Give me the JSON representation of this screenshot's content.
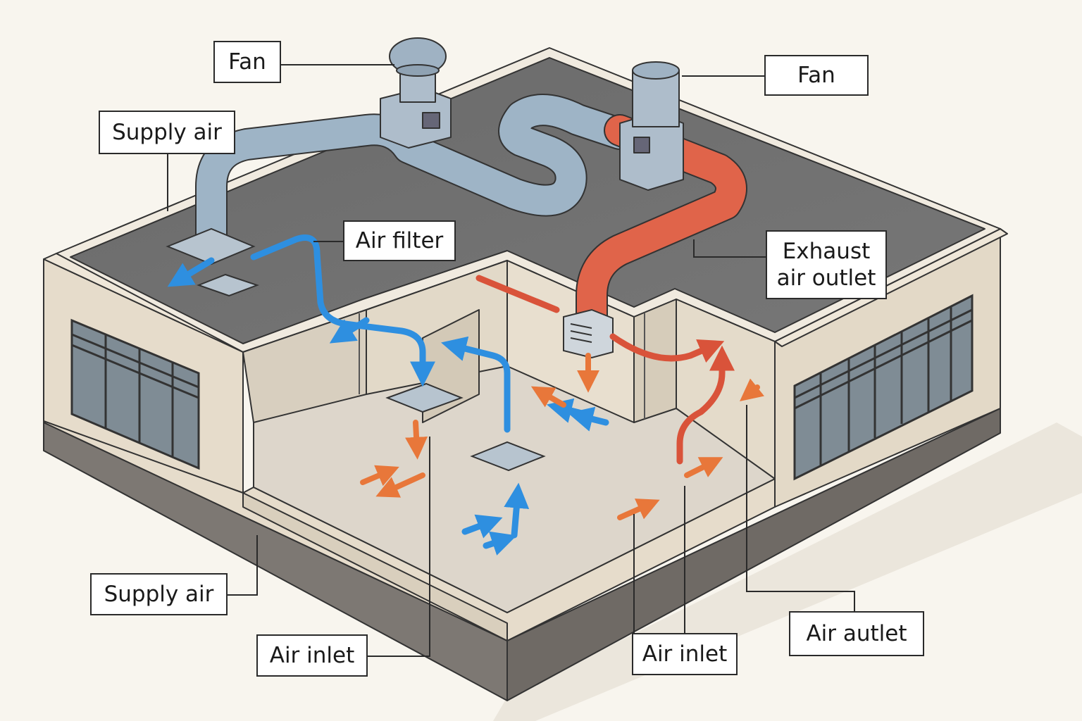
{
  "labels": {
    "fan_left": "Fan",
    "fan_right": "Fan",
    "supply_air_top": "Supply air",
    "air_filter": "Air filter",
    "exhaust_air_outlet": "Exhaust\nair outlet",
    "supply_air_bottom": "Supply air",
    "air_inlet_left": "Air inlet",
    "air_inlet_right": "Air inlet",
    "air_outlet": "Air autlet"
  },
  "colors": {
    "background": "#f8f5ee",
    "wall": "#e6dccb",
    "roof": "#6e6e6e",
    "floor": "#ddd6cb",
    "supply_duct": "#9eb4c6",
    "exhaust_duct": "#e0644a",
    "supply_arrow": "#2e8fe0",
    "return_arrow": "#e8773a",
    "window_glass": "#7f8c95"
  }
}
